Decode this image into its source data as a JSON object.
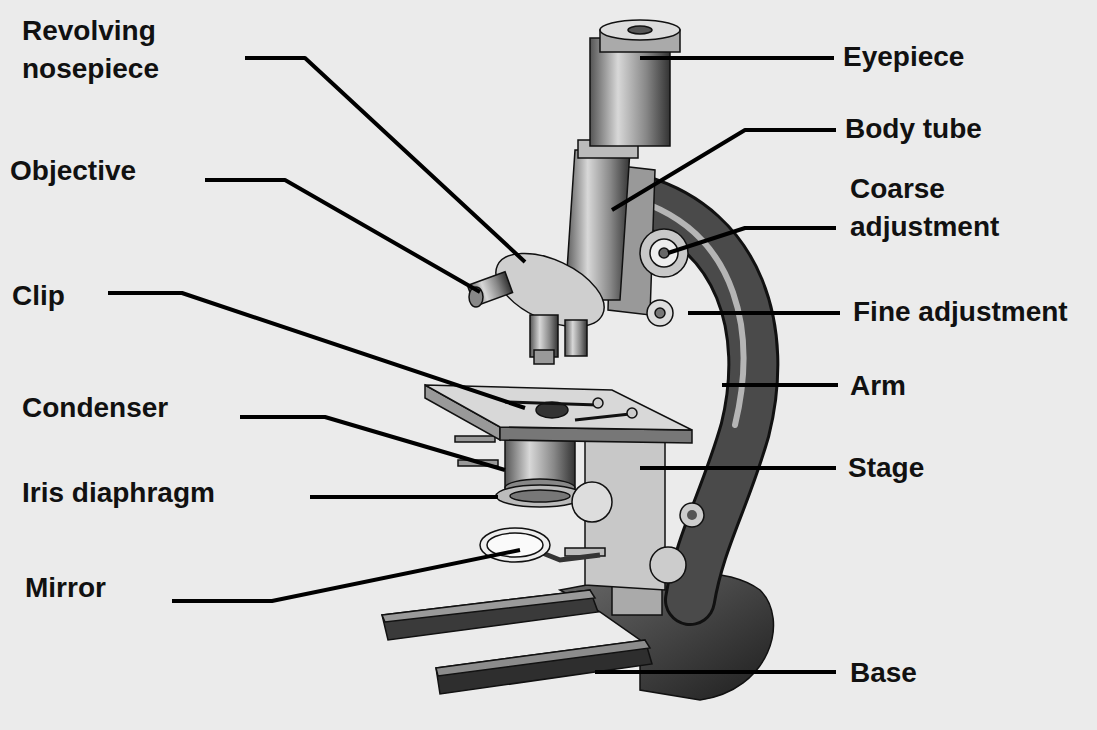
{
  "diagram": {
    "labels": [
      "Revolving nosepiece",
      "Objective",
      "Clip",
      "Condenser",
      "Iris diaphragm",
      "Mirror",
      "Eyepiece",
      "Body tube",
      "Coarse adjustment",
      "Fine adjustment",
      "Arm",
      "Stage",
      "Base"
    ]
  }
}
